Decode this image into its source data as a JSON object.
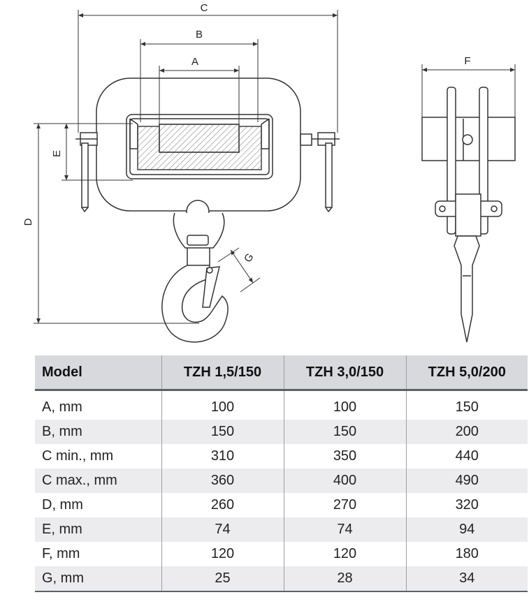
{
  "drawing": {
    "dimension_labels": {
      "a": "A",
      "b": "B",
      "c": "C",
      "d": "D",
      "e": "E",
      "f": "F",
      "g": "G"
    }
  },
  "table": {
    "header": {
      "model": "Model"
    },
    "models": [
      "TZH 1,5/150",
      "TZH 3,0/150",
      "TZH 5,0/200"
    ],
    "rows": [
      {
        "param": "A, mm",
        "values": [
          "100",
          "100",
          "150"
        ]
      },
      {
        "param": "B, mm",
        "values": [
          "150",
          "150",
          "200"
        ]
      },
      {
        "param": "C min., mm",
        "values": [
          "310",
          "350",
          "440"
        ]
      },
      {
        "param": "C max., mm",
        "values": [
          "360",
          "400",
          "490"
        ]
      },
      {
        "param": "D, mm",
        "values": [
          "260",
          "270",
          "320"
        ]
      },
      {
        "param": "E, mm",
        "values": [
          "74",
          "74",
          "94"
        ]
      },
      {
        "param": "F, mm",
        "values": [
          "120",
          "120",
          "180"
        ]
      },
      {
        "param": "G, mm",
        "values": [
          "25",
          "28",
          "34"
        ]
      }
    ]
  }
}
